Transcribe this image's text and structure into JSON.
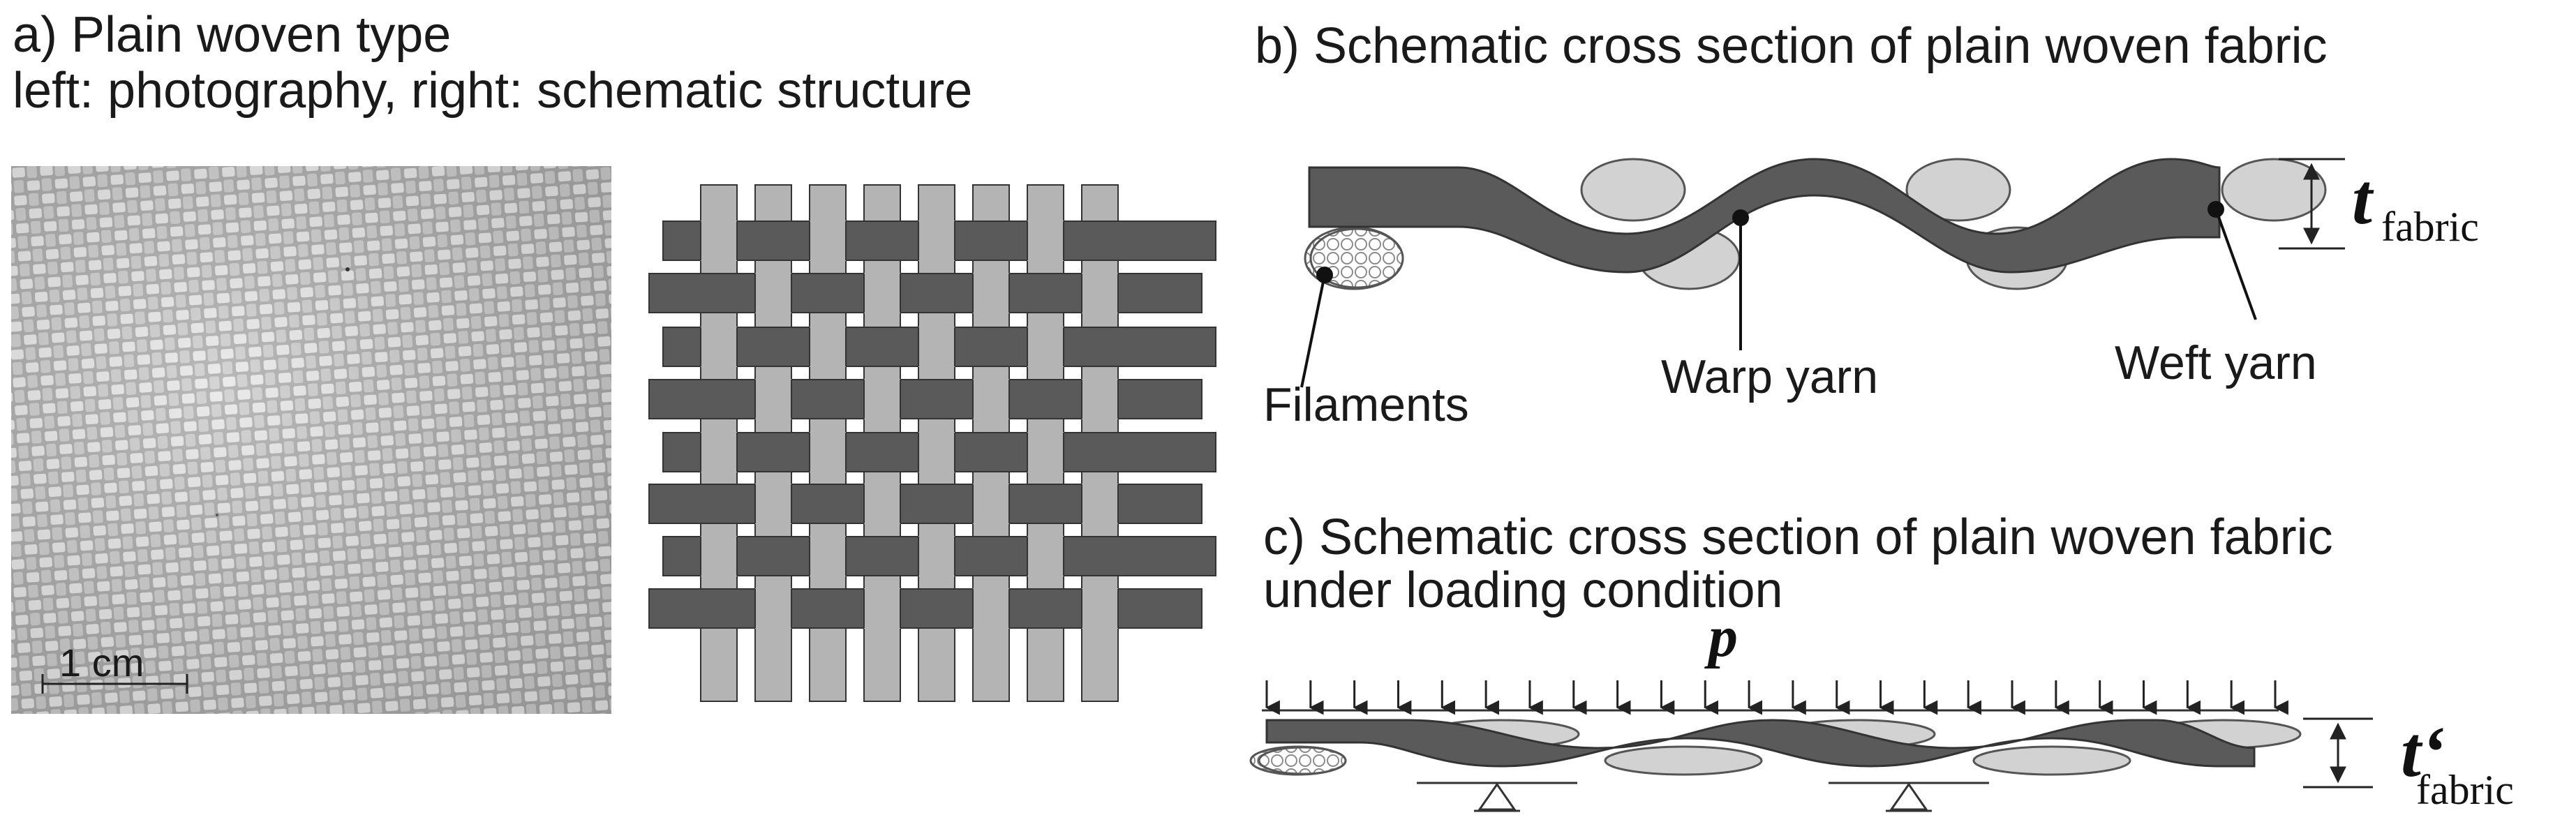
{
  "panel_a": {
    "title_line1": "a) Plain woven type",
    "title_line2": " left: photography, right: schematic structure",
    "scale_label": "1 cm"
  },
  "panel_b": {
    "title": "b) Schematic cross section of plain woven fabric",
    "filaments_label": "Filaments",
    "warp_label": "Warp yarn",
    "weft_label": "Weft yarn",
    "thickness_symbol": "t",
    "thickness_subscript": "fabric"
  },
  "panel_c": {
    "title_line1": "c) Schematic cross section of plain  woven fabric",
    "title_line2": "under loading condition",
    "load_symbol": "p",
    "thickness_symbol": "t‘",
    "thickness_subscript": "fabric"
  },
  "colors": {
    "dark_yarn": "#5a5a5a",
    "light_yarn": "#b4b4b4",
    "ellipse_fill": "#d2d2d2",
    "outline": "#333333"
  }
}
